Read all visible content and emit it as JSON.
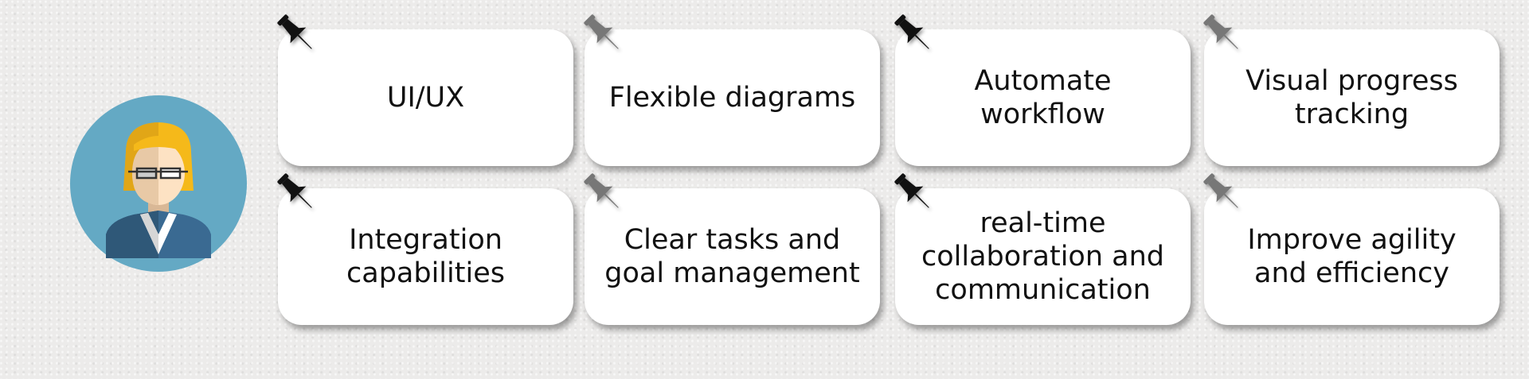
{
  "cards": [
    {
      "label": "UI/UX",
      "pin": "#111111"
    },
    {
      "label": "Flexible diagrams",
      "pin": "#777777"
    },
    {
      "label": "Automate workflow",
      "pin": "#111111"
    },
    {
      "label": "Visual progress tracking",
      "pin": "#777777"
    },
    {
      "label": "Integration capabilities",
      "pin": "#111111"
    },
    {
      "label": "Clear tasks and goal management",
      "pin": "#777777"
    },
    {
      "label": "real-time collaboration and communication",
      "pin": "#111111"
    },
    {
      "label": "Improve agility and efficiency",
      "pin": "#777777"
    }
  ],
  "colors": {
    "avatar_bg": "#64a9c4",
    "hair": "#f5b91a",
    "suit": "#3a6a92"
  }
}
